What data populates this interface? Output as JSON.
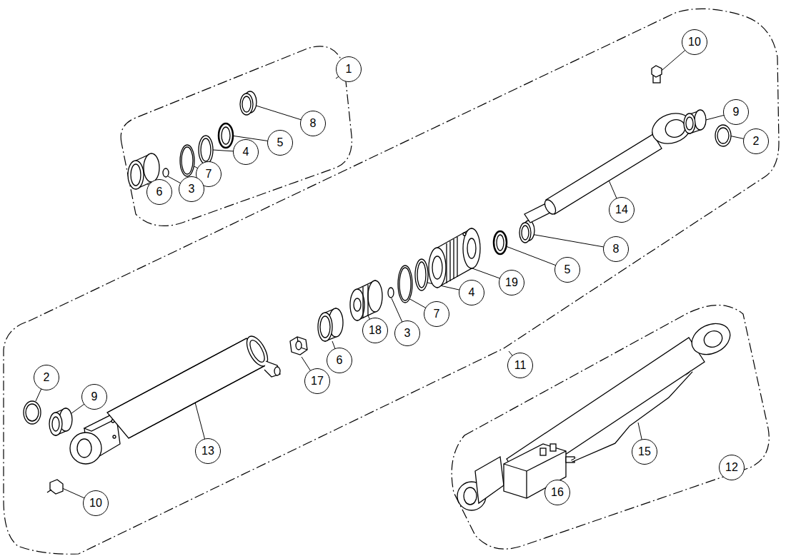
{
  "diagram": {
    "nodes": [
      {
        "text": [
          "10"
        ]
      },
      {
        "text": [
          "1"
        ]
      },
      {
        "text": [
          "9"
        ]
      },
      {
        "text": [
          "8"
        ]
      },
      {
        "text": [
          "2"
        ]
      },
      {
        "text": [
          "5"
        ]
      },
      {
        "text": [
          "4"
        ]
      },
      {
        "text": [
          "7"
        ]
      },
      {
        "text": [
          "3"
        ]
      },
      {
        "text": [
          "6"
        ]
      },
      {
        "text": [
          "14"
        ]
      },
      {
        "text": [
          "8"
        ]
      },
      {
        "text": [
          "5"
        ]
      },
      {
        "text": [
          "19"
        ]
      },
      {
        "text": [
          "4"
        ]
      },
      {
        "text": [
          "7"
        ]
      },
      {
        "text": [
          "18"
        ]
      },
      {
        "text": [
          "3"
        ]
      },
      {
        "text": [
          "6"
        ]
      },
      {
        "text": [
          "11"
        ]
      },
      {
        "text": [
          "2"
        ]
      },
      {
        "text": [
          "17"
        ]
      },
      {
        "text": [
          "9"
        ]
      },
      {
        "text": [
          "13"
        ]
      },
      {
        "text": [
          "15"
        ]
      },
      {
        "text": [
          "12"
        ]
      },
      {
        "text": [
          "16"
        ]
      },
      {
        "text": [
          "10"
        ]
      }
    ]
  }
}
